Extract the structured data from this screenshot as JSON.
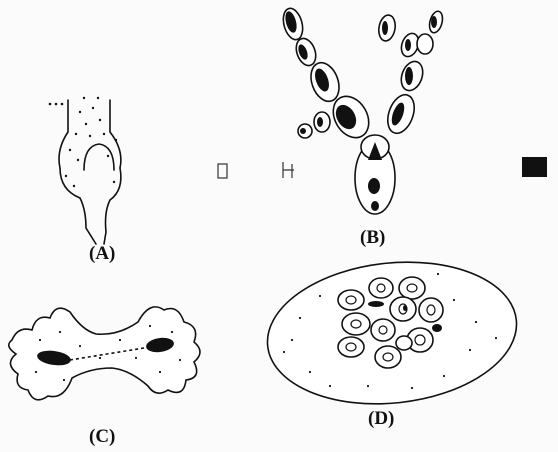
{
  "panels": [
    {
      "id": "A",
      "label": "(A)"
    },
    {
      "id": "B",
      "label": "(B)"
    },
    {
      "id": "C",
      "label": "(C)"
    },
    {
      "id": "D",
      "label": "(D)"
    }
  ],
  "colors": {
    "ink": "#111111",
    "background": "#fbfbfb"
  }
}
